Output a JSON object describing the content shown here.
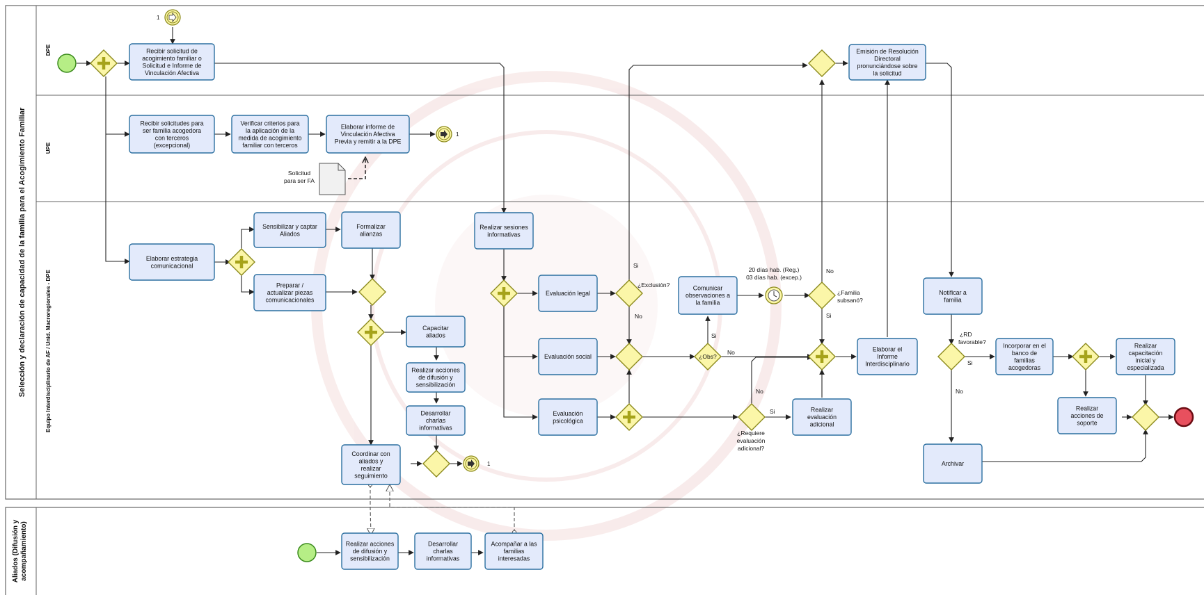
{
  "pool_title": "Selección y declaración de capacidad de la familia para el Acogimiento Familiar",
  "lanes": {
    "dpe": "DPE",
    "upe": "UPE",
    "equipo": "Equipo Interdisciplinario de AF / Unid. Macroregionales - DPE"
  },
  "pool2_title": [
    "Aliados (Difusión y",
    "acompañamiento)"
  ],
  "tasks": {
    "recibir_solicitud": [
      "Recibir solicitud de",
      "acogimiento familiar o",
      "Solicitud e Informe de",
      "Vinculación Afectiva"
    ],
    "recibir_solicitudes": [
      "Recibir solicitudes para",
      "ser familia acogedora",
      "con terceros",
      "(excepcional)"
    ],
    "verificar": [
      "Verificar criterios para",
      "la aplicación de la",
      "medida de acogimiento",
      "familiar con terceros"
    ],
    "elaborar_informe_va": [
      "Elaborar informe de",
      "Vinculación Afectiva",
      "Previa y remitir a la DPE"
    ],
    "elaborar_estrategia": [
      "Elaborar  estrategia",
      "comunicacional"
    ],
    "sensibilizar": [
      "Sensibilizar y captar",
      "Aliados"
    ],
    "formalizar": [
      "Formalizar",
      "alianzas"
    ],
    "preparar": [
      "Preparar /",
      "actualizar piezas",
      "comunicacionales"
    ],
    "capacitar": [
      "Capacitar",
      "aliados"
    ],
    "realizar_difusion": [
      "Realizar acciones",
      "de difusión y",
      "sensibilización"
    ],
    "desarrollar_charlas": [
      "Desarrollar",
      "charlas",
      "informativas"
    ],
    "coordinar": [
      "Coordinar con",
      "aliados y",
      "realizar",
      "seguimiento"
    ],
    "sesiones": [
      "Realizar sesiones",
      "informativas"
    ],
    "eval_legal": [
      "Evaluación legal"
    ],
    "eval_social": [
      "Evaluación social"
    ],
    "eval_psico": [
      "Evaluación",
      "psicológica"
    ],
    "comunicar_obs": [
      "Comunicar",
      "observaciones a",
      "la familia"
    ],
    "eval_adicional": [
      "Realizar",
      "evaluación",
      "adicional"
    ],
    "elaborar_informe_int": [
      "Elaborar el",
      "Informe",
      "Interdisciplinario"
    ],
    "emision_rd": [
      "Emisión de Resolución",
      "Directoral",
      "pronunciándose sobre",
      "la solicitud"
    ],
    "notificar": [
      "Notificar a",
      "familia"
    ],
    "incorporar": [
      "Incorporar en el",
      "banco de",
      "familias",
      "acogedoras"
    ],
    "capacitacion_inicial": [
      "Realizar",
      "capacitación",
      "inicial y",
      "especializada"
    ],
    "acciones_soporte": [
      "Realizar",
      "acciones de",
      "soporte"
    ],
    "archivar": [
      "Archivar"
    ],
    "aliado_difusion": [
      "Realizar acciones",
      "de difusión y",
      "sensibilización"
    ],
    "aliado_charlas": [
      "Desarrollar",
      "charlas",
      "informativas"
    ],
    "acompanar": [
      "Acompañar a las",
      "familias",
      "interesadas"
    ]
  },
  "labels": {
    "link_num": "1",
    "doc_label": [
      "Solicitud",
      "para ser FA"
    ],
    "exclusion_q": "¿Exclusión?",
    "obs_q": "¿Obs?",
    "requiere_q": [
      "¿Requiere",
      "evaluación",
      "adicional?"
    ],
    "familia_q": [
      "¿Familia",
      "subsanó?"
    ],
    "rd_q": [
      "¿RD",
      "favorable?"
    ],
    "timer": [
      "20 días hab. (Reg.)",
      "03 días hab. (excep.)"
    ],
    "si": "Si",
    "no": "No"
  },
  "colors": {
    "task_fill": "#e3eafb",
    "task_stroke": "#2b6fa0",
    "gateway_fill": "#fbf6a8",
    "gateway_stroke": "#8c8a1c",
    "gateway_plus": "#a6a31a",
    "start_fill": "#b6ee86",
    "start_stroke": "#3a8a1c",
    "end_fill": "#e8505e",
    "end_stroke": "#6d0d14",
    "line": "#222222",
    "pool_stroke": "#666666"
  }
}
